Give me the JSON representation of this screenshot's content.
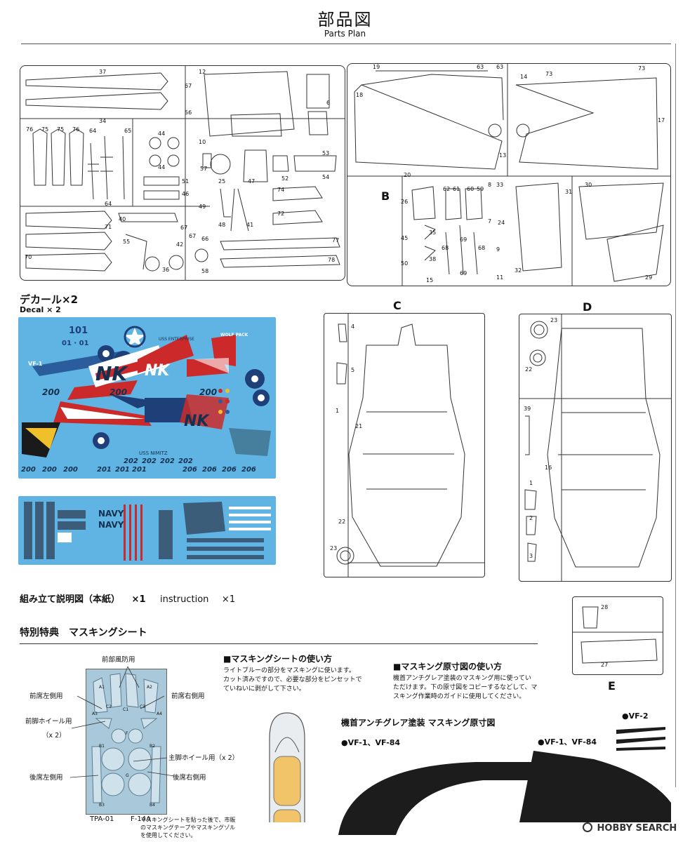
{
  "header": {
    "title_jp": "部品図",
    "title_en": "Parts Plan"
  },
  "sprues": {
    "B": "B",
    "C": "C",
    "D": "D",
    "E": "E"
  },
  "part_numbers": {
    "a": [
      "37",
      "34",
      "56",
      "12",
      "10",
      "6",
      "67",
      "76",
      "75",
      "75",
      "76",
      "64",
      "65",
      "44",
      "44",
      "57",
      "25",
      "47",
      "52",
      "53",
      "54",
      "51",
      "46",
      "64",
      "71",
      "70",
      "40",
      "67",
      "55",
      "36",
      "49",
      "48",
      "41",
      "42",
      "67",
      "66",
      "58",
      "74",
      "72",
      "77",
      "78"
    ],
    "b": [
      "19",
      "63",
      "63",
      "73",
      "73",
      "18",
      "14",
      "17",
      "13",
      "20",
      "26",
      "62",
      "61",
      "60",
      "59",
      "8",
      "33",
      "7",
      "24",
      "31",
      "30",
      "45",
      "35",
      "50",
      "38",
      "15",
      "68",
      "69",
      "69",
      "68",
      "9",
      "11",
      "32",
      "29"
    ],
    "c": [
      "4",
      "5",
      "1",
      "21",
      "22",
      "23"
    ],
    "d": [
      "23",
      "22",
      "39",
      "16",
      "1",
      "2",
      "3"
    ],
    "e": [
      "28",
      "27"
    ]
  },
  "decal": {
    "heading": "デカール×2",
    "sub": "Decal × 2",
    "sheet1": {
      "line1": "101",
      "line2": "01 · 01",
      "codes": [
        "200",
        "200",
        "200",
        "NK",
        "NK",
        "NK",
        "202",
        "202",
        "202",
        "202",
        "201",
        "201",
        "201",
        "206",
        "206",
        "206",
        "206",
        "VF-1",
        "USS ENTERPRISE",
        "USS NIMITZ",
        "WOLF PACK"
      ]
    },
    "sheet2": {
      "codes": [
        "NAVY",
        "NAVY"
      ]
    }
  },
  "instruction_line": {
    "jp": "組み立て説明図（本紙）",
    "jp_count": "×1",
    "en": "instruction",
    "en_count": "×1"
  },
  "bonus": {
    "title": "特別特典　マスキングシート"
  },
  "masking_sheet": {
    "labels": {
      "front_canopy": "前部風防用",
      "front_left": "前席左側用",
      "front_right": "前席右側用",
      "nose_wheel": "前脚ホイール用",
      "nose_wheel_count": "（x 2）",
      "main_wheel": "主脚ホイール用（x 2）",
      "rear_left": "後席左側用",
      "rear_right": "後席右側用"
    },
    "cells": [
      "A1",
      "A2",
      "A3",
      "A4",
      "C1",
      "C2",
      "C3",
      "F",
      "B1",
      "B2",
      "B3",
      "B4",
      "G"
    ],
    "code": "TPA-01",
    "model": "F-14A"
  },
  "usage": {
    "title": "■マスキングシートの使い方",
    "body": [
      "ライトブルーの部分をマスキングに使います。",
      "カット済みですので、必要な部分をピンセットで",
      "ていねいに剥がして下さい。"
    ],
    "after_note": [
      "マスキングシートを貼った後で、市販",
      "のマスキングテープやマスキングゾル",
      "を使用してください。"
    ]
  },
  "template_usage": {
    "title": "■マスキング原寸図の使い方",
    "body": [
      "機首アンチグレア塗装のマスキング用に使ってい",
      "ただけます。下の原寸図をコピーするなどして、マ",
      "スキング作業時のガイドに使用してください。"
    ]
  },
  "template": {
    "title": "機首アンチグレア塗装 マスキング原寸図",
    "variant_left": "●VF-1、VF-84",
    "variant_right": "●VF-1、VF-84",
    "variant_vf2": "●VF-2"
  },
  "watermark": "HOBBY SEARCH",
  "colors": {
    "decal_blue": "#5fb4e3",
    "decal_red": "#cc2a2a",
    "mask_yellow": "#f2c46a",
    "mask_blue": "#a9c9da",
    "dark": "#1c1c1c"
  }
}
